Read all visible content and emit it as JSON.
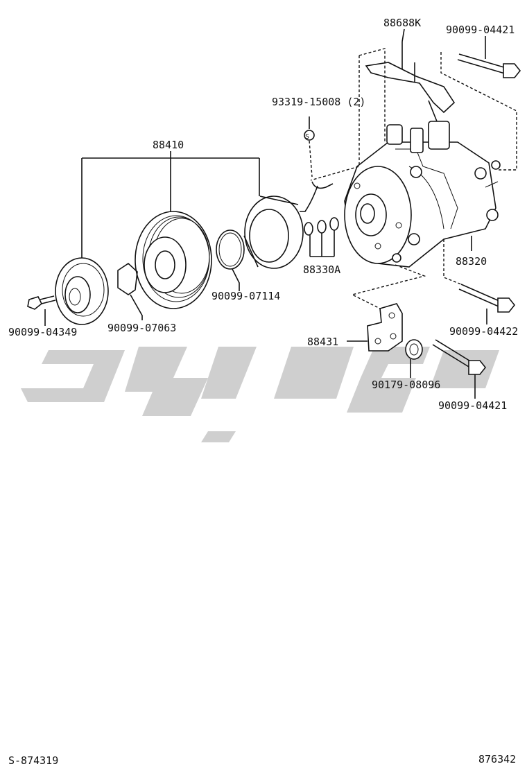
{
  "parts": {
    "p88688K": "88688K",
    "p90099_04421_top": "90099-04421",
    "p93319_15008": "93319-15008 (2)",
    "p88410": "88410",
    "p88320": "88320",
    "p88330A": "88330A",
    "p90099_07114": "90099-07114",
    "p90099_04349": "90099-04349",
    "p90099_07063": "90099-07063",
    "p90099_04422": "90099-04422",
    "p88431": "88431",
    "p90179_08096": "90179-08096",
    "p90099_04421_bottom": "90099-04421"
  },
  "seal_marker": "S",
  "footer": {
    "left_code": "S-874319",
    "right_code": "876342"
  },
  "colors": {
    "line": "#111111",
    "watermark": "#cfcfcf",
    "background": "#ffffff"
  }
}
